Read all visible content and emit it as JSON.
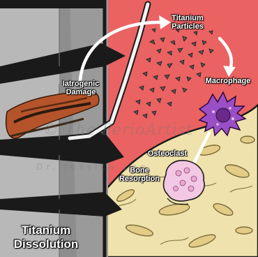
{
  "labels": {
    "iatrogenic_damage": [
      "Iatrogenic",
      "Damage"
    ],
    "titanium_particles": [
      "Titanium",
      "Particles"
    ],
    "macrophage": "Macrophage",
    "osteoclast": "Osteoclast",
    "bone_resorption": [
      "Bone",
      "Resorption"
    ],
    "titanium_dissolution": [
      "Titanium",
      "Dissolution"
    ]
  },
  "watermark": {
    "signature": "© The PerioArtist",
    "name": "Dr. Jessica Lee"
  },
  "colors": {
    "tissue": "#ea6262",
    "bone": "#f0e2ac",
    "implant_light": "#b8b8b8",
    "implant_dark": "#8d8d8d",
    "thread_band": "#1a1a1a",
    "corrosion": "#b5542a",
    "macrophage": "#9a4fc6",
    "osteoclast": "#f3c8e4",
    "particles": "#555555"
  }
}
